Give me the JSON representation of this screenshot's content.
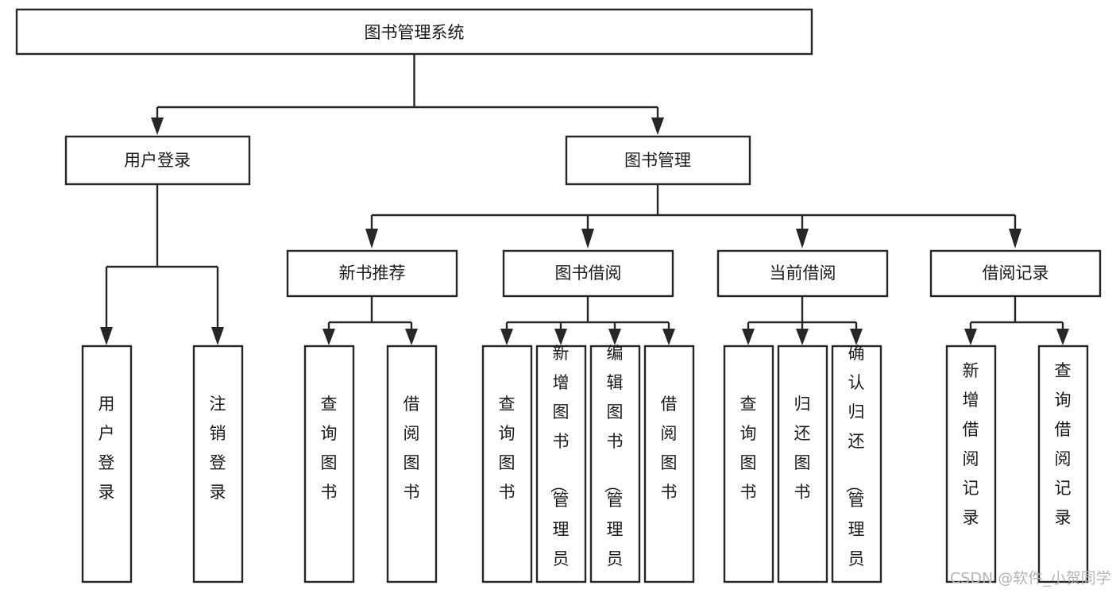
{
  "diagram": {
    "type": "tree",
    "title": "图书管理系统",
    "watermark": "CSDN @软件_小贺同学",
    "colors": {
      "box_stroke": "#262626",
      "box_fill": "#ffffff",
      "text": "#1a1a1a",
      "background": "#ffffff",
      "watermark": "#b5b5b5"
    },
    "root": {
      "label": "图书管理系统"
    },
    "level2": [
      {
        "label": "用户登录"
      },
      {
        "label": "图书管理"
      }
    ],
    "level3": [
      {
        "label": "新书推荐"
      },
      {
        "label": "图书借阅"
      },
      {
        "label": "当前借阅"
      },
      {
        "label": "借阅记录"
      }
    ],
    "leaves": {
      "user_login": [
        {
          "label": "用户登录"
        },
        {
          "label": "注销登录"
        }
      ],
      "new_book_recommend": [
        {
          "label": "查询图书"
        },
        {
          "label": "借阅图书"
        }
      ],
      "book_borrow": [
        {
          "label": "查询图书"
        },
        {
          "label": "新增图书（管理员）"
        },
        {
          "label": "编辑图书（管理员）"
        },
        {
          "label": "借阅图书"
        }
      ],
      "current_borrow": [
        {
          "label": "查询图书"
        },
        {
          "label": "归还图书"
        },
        {
          "label": "确认归还（管理员）"
        }
      ],
      "borrow_record": [
        {
          "label": "新增借阅记录"
        },
        {
          "label": "查询借阅记录"
        }
      ]
    }
  }
}
